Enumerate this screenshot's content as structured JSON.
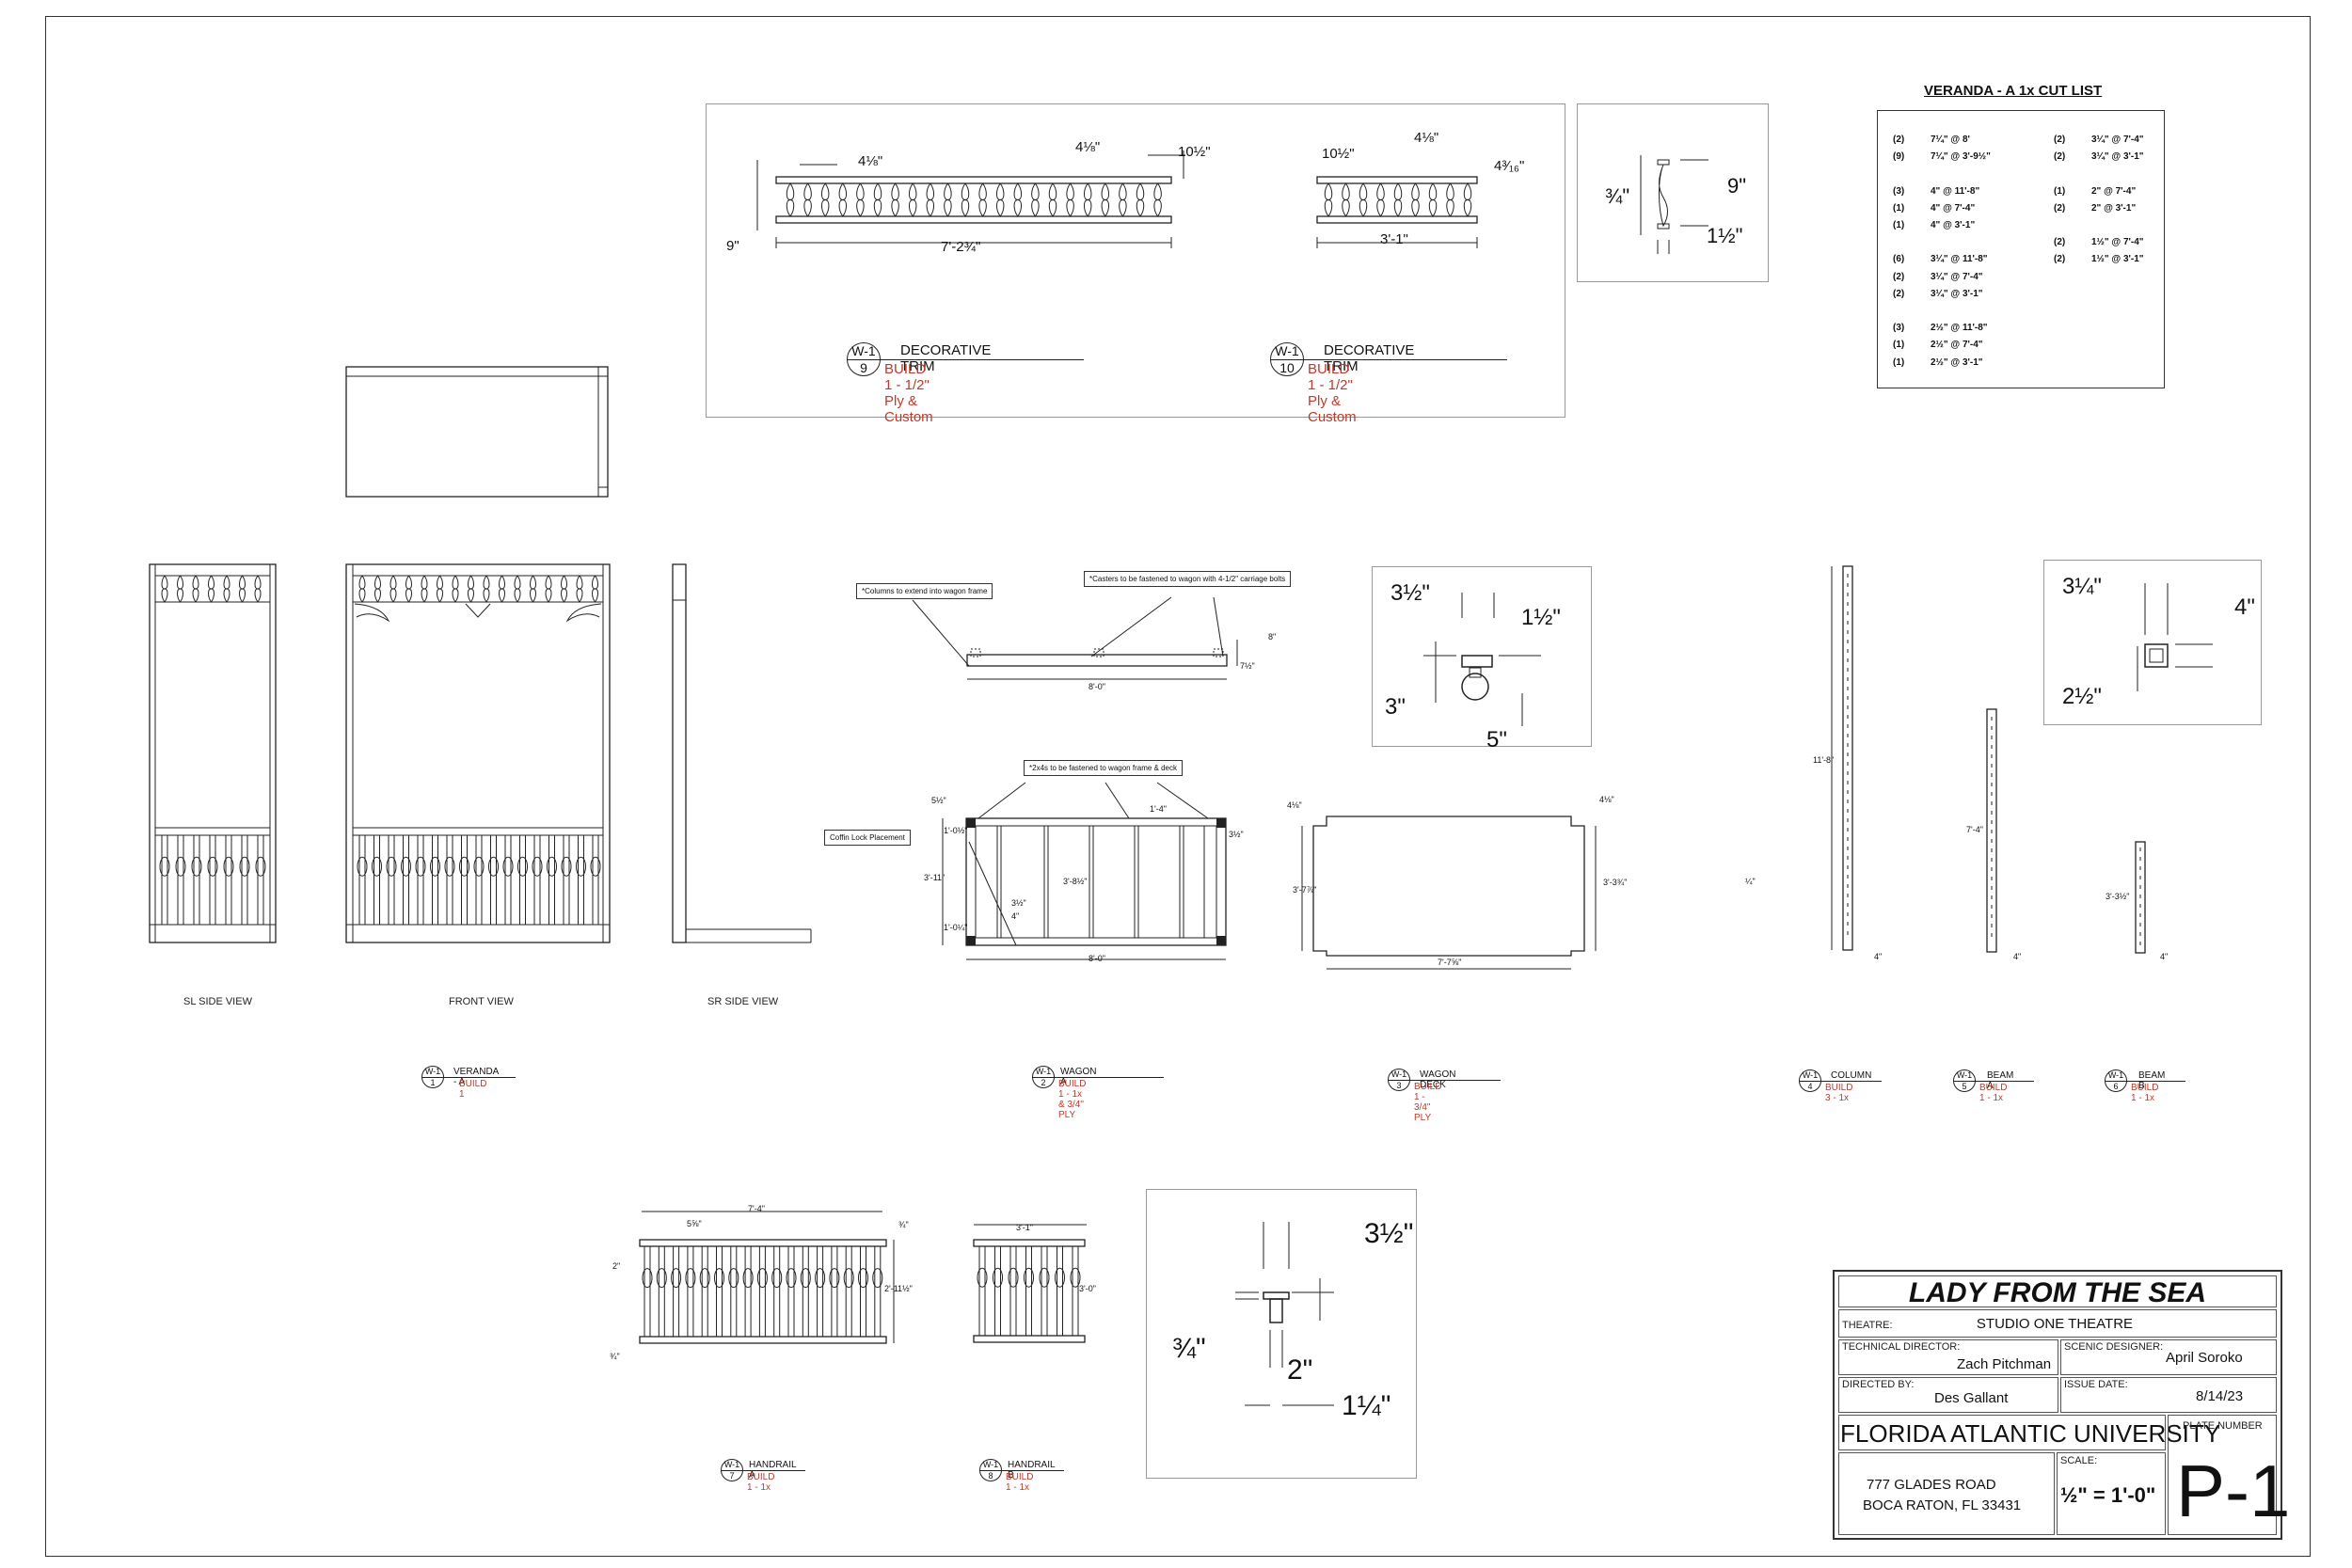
{
  "decorative_trim_9": {
    "w": "W-1",
    "n": "9",
    "title": "DECORATIVE TRIM",
    "sub": "BUILD 1 - 1/2\" Ply & Custom",
    "dims": {
      "a": "4⅛\"",
      "b": "4⅛\"",
      "c": "10½\"",
      "d": "9\"",
      "e": "7'-2¾\""
    }
  },
  "decorative_trim_10": {
    "w": "W-1",
    "n": "10",
    "title": "DECORATIVE TRIM",
    "sub": "BUILD 1 - 1/2\" Ply & Custom",
    "dims": {
      "a": "10½\"",
      "b": "4⅛\"",
      "c": "4³⁄₁₆\"",
      "d": "3'-1\""
    }
  },
  "baluster_detail": {
    "a": "¾\"",
    "b": "9\"",
    "c": "1½\""
  },
  "cut_list": {
    "title": "VERANDA - A 1x CUT LIST",
    "left": [
      [
        "(2)",
        "7¼\" @ 8'"
      ],
      [
        "(9)",
        "7¼\" @ 3'-9½\""
      ],
      [
        "",
        ""
      ],
      [
        "(3)",
        "4\" @ 11'-8\""
      ],
      [
        "(1)",
        "4\" @ 7'-4\""
      ],
      [
        "(1)",
        "4\" @ 3'-1\""
      ],
      [
        "",
        ""
      ],
      [
        "(6)",
        "3¼\" @ 11'-8\""
      ],
      [
        "(2)",
        "3¼\" @ 7'-4\""
      ],
      [
        "(2)",
        "3¼\" @ 3'-1\""
      ],
      [
        "",
        ""
      ],
      [
        "(3)",
        "2½\" @ 11'-8\""
      ],
      [
        "(1)",
        "2½\" @ 7'-4\""
      ],
      [
        "(1)",
        "2½\" @ 3'-1\""
      ]
    ],
    "right": [
      [
        "(2)",
        "3¼\" @ 7'-4\""
      ],
      [
        "(2)",
        "3¼\" @ 3'-1\""
      ],
      [
        "",
        ""
      ],
      [
        "(1)",
        "2\" @ 7'-4\""
      ],
      [
        "(2)",
        "2\" @ 3'-1\""
      ],
      [
        "",
        ""
      ],
      [
        "(2)",
        "1½\" @ 7'-4\""
      ],
      [
        "(2)",
        "1½\" @ 3'-1\""
      ]
    ]
  },
  "veranda": {
    "labels": {
      "sl": "SL SIDE VIEW",
      "front": "FRONT VIEW",
      "sr": "SR SIDE VIEW"
    },
    "bubble": {
      "w": "W-1",
      "n": "1",
      "title": "VERANDA - A",
      "sub": "BUILD 1"
    }
  },
  "wagon_a": {
    "callouts": {
      "columns": "*Columns to extend into wagon frame",
      "casters": "*Casters to be fastened to wagon with 4-1/2\" carriage bolts",
      "twobyfours": "*2x4s to be fastened to wagon frame & deck",
      "coffin": "Coffin Lock Placement"
    },
    "dims": {
      "elev_w": "8'-0\"",
      "elev_h1": "8\"",
      "elev_h2": "7½\"",
      "plan_w": "8'-0\"",
      "plan_h": "3'-11\"",
      "d1": "5½\"",
      "d2": "1'-0½\"",
      "d3": "1'-0¼\"",
      "d4": "3'-8½\"",
      "d5": "1'-4\"",
      "d6": "3½\"",
      "d7": "4\"",
      "d8": "3½\""
    },
    "bubble": {
      "w": "W-1",
      "n": "2",
      "title": "WAGON A",
      "sub": "BUILD 1 - 1x & 3/4\" PLY"
    }
  },
  "caster_detail": {
    "a": "3½\"",
    "b": "1½\"",
    "c": "3\"",
    "d": "5\""
  },
  "wagon_deck": {
    "dims": {
      "a": "4⅛\"",
      "b": "4⅛\"",
      "h1": "3'-7⅞\"",
      "h2": "3'-3¾\"",
      "w": "7'-7⅝\""
    },
    "bubble": {
      "w": "W-1",
      "n": "3",
      "title": "WAGON DECK",
      "sub": "BUILD 1 - 3/4\" PLY"
    }
  },
  "column": {
    "h": "11'-8\"",
    "w": "4\"",
    "note": "¼\"",
    "bubble": {
      "w": "W-1",
      "n": "4",
      "title": "COLUMN",
      "sub": "BUILD 3 - 1x"
    }
  },
  "beam_a": {
    "h": "7'-4\"",
    "w": "4\"",
    "bubble": {
      "w": "W-1",
      "n": "5",
      "title": "BEAM A",
      "sub": "BUILD 1 - 1x"
    }
  },
  "beam_b": {
    "h": "3'-3½\"",
    "w": "4\"",
    "bubble": {
      "w": "W-1",
      "n": "6",
      "title": "BEAM B",
      "sub": "BUILD 1 - 1x"
    }
  },
  "column_section": {
    "a": "3¼\"",
    "b": "4\"",
    "c": "2½\""
  },
  "handrail_a": {
    "dims": {
      "w": "7'-4\"",
      "a": "5⅝\"",
      "b": "¾\"",
      "c": "2\"",
      "h": "2'-11½\"",
      "d": "¾\""
    },
    "bubble": {
      "w": "W-1",
      "n": "7",
      "title": "HANDRAIL A",
      "sub": "BUILD 1 - 1x"
    }
  },
  "handrail_b": {
    "dims": {
      "w": "3'-1\"",
      "h": "3'-0\""
    },
    "bubble": {
      "w": "W-1",
      "n": "8",
      "title": "HANDRAIL B",
      "sub": "BUILD 1 - 1x"
    }
  },
  "handrail_detail": {
    "a": "3½\"",
    "b": "¾\"",
    "c": "2\"",
    "d": "1¼\""
  },
  "title_block": {
    "show": "LADY FROM THE SEA",
    "theatre_label": "THEATRE:",
    "theatre": "STUDIO ONE THEATRE",
    "td_label": "TECHNICAL DIRECTOR:",
    "td": "Zach Pitchman",
    "designer_label": "SCENIC DESIGNER:",
    "designer": "April Soroko",
    "directed_label": "DIRECTED BY:",
    "director": "Des Gallant",
    "issue_label": "ISSUE DATE:",
    "issue": "8/14/23",
    "university": "FLORIDA ATLANTIC UNIVERSITY",
    "plate_label": "PLATE NUMBER",
    "plate": "P-1",
    "address1": "777 GLADES ROAD",
    "address2": "BOCA RATON, FL 33431",
    "scale_label": "SCALE:",
    "scale": "½\" = 1'-0\""
  },
  "colors": {
    "line": "#222222",
    "accent_red": "#c0392b",
    "border": "#999999"
  }
}
